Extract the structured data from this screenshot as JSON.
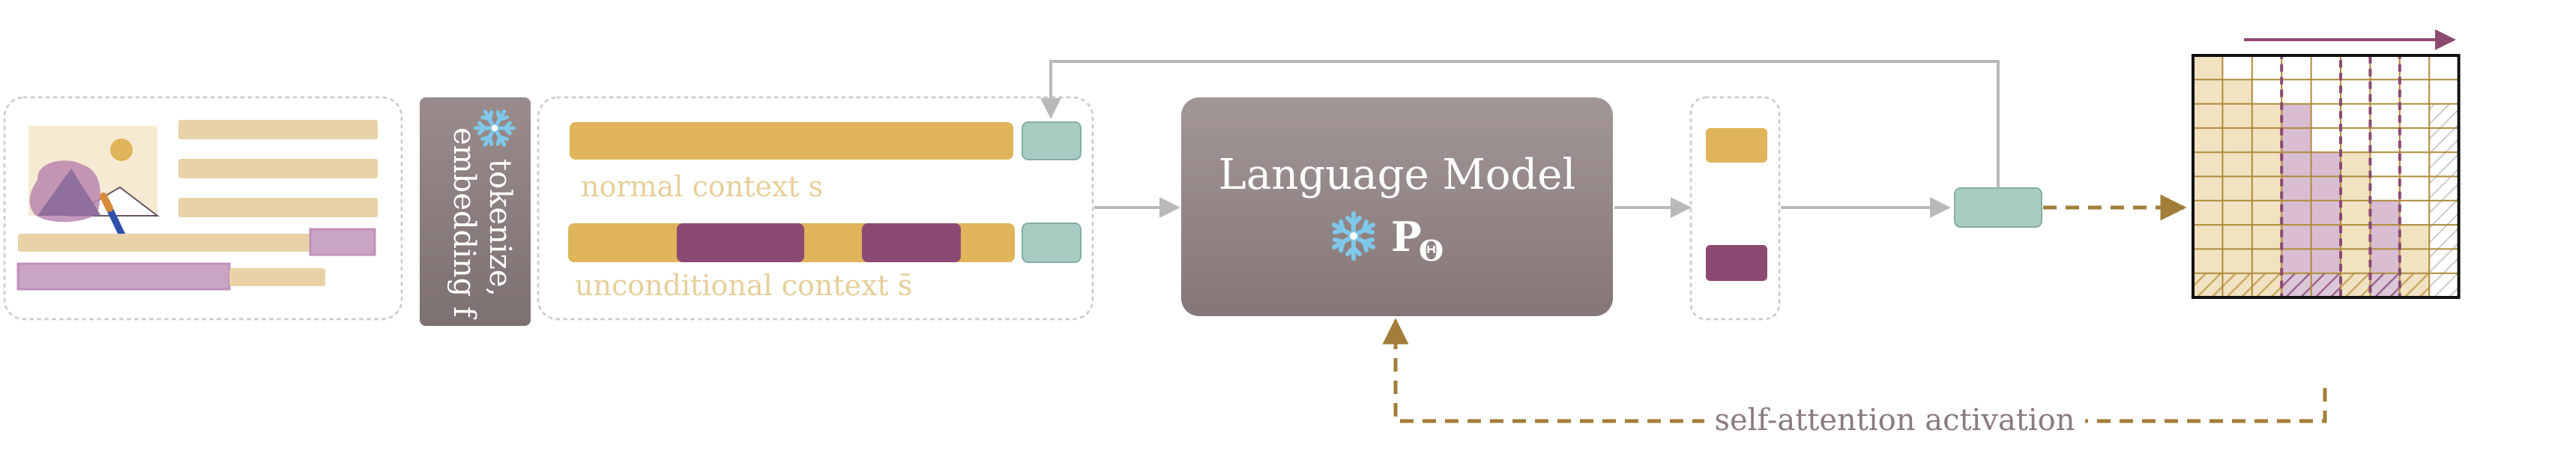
{
  "tokenizer": {
    "line1": "tokenize,",
    "line2": "embedding f",
    "icon": "snowflake-icon"
  },
  "contexts": {
    "normal_label": "normal context s",
    "unconditional_label": "unconditional context s̄"
  },
  "language_model": {
    "title": "Language Model",
    "symbol": "P",
    "subscript": "Θ",
    "icon": "snowflake-icon"
  },
  "attention": {
    "label": "self-attention activation"
  },
  "colors": {
    "gold": "#dfb45a",
    "purple": "#8b4a72",
    "teal": "#a8cbc2",
    "model_gray": "#8e8181",
    "sand": "#e8d3a8",
    "lavender": "#c9a4c3",
    "arrow_gold": "#a27e3a",
    "arrow_gray": "#b9b9b9",
    "ice_blue": "#7fc8ea"
  }
}
